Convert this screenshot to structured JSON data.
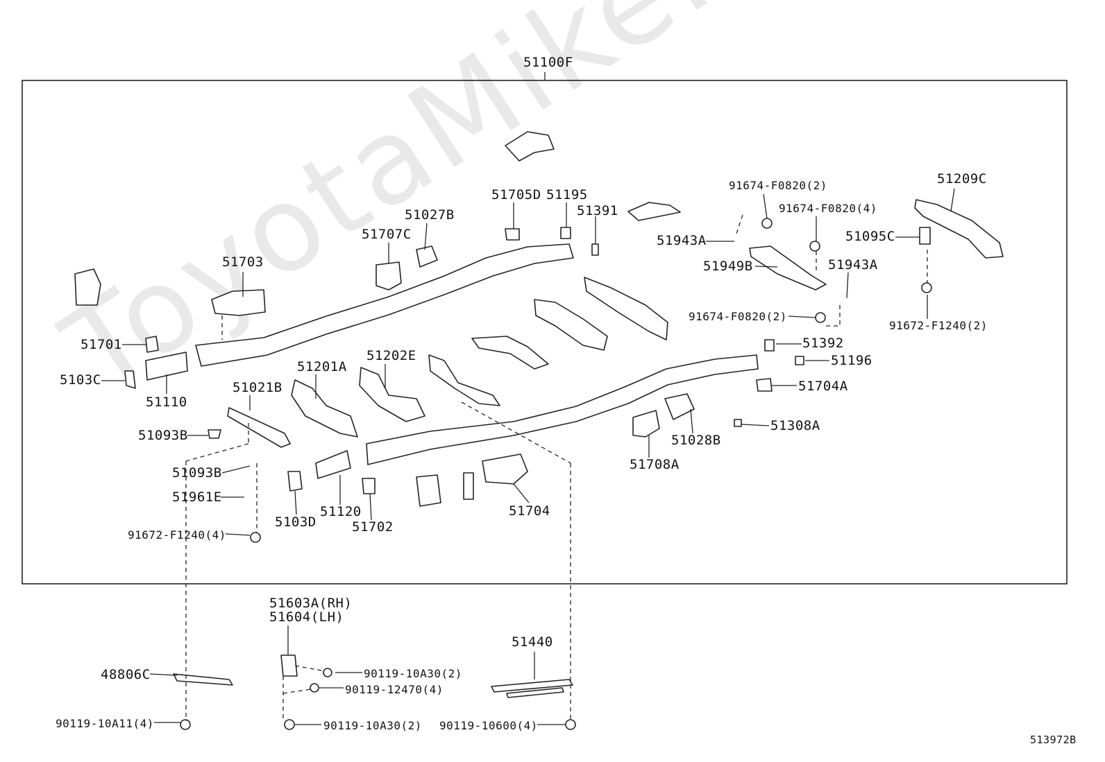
{
  "watermark": "ToyotaMike.ru",
  "diagram_code": "513972B",
  "assembly_label": "51100F",
  "labels": {
    "51703": "51703",
    "51707C": "51707C",
    "51027B": "51027B",
    "51705D": "51705D",
    "51195": "51195",
    "51391": "51391",
    "91674_F0820_2a": "91674-F0820(2)",
    "91674_F0820_4": "91674-F0820(4)",
    "51209C": "51209C",
    "51943A_a": "51943A",
    "51095C": "51095C",
    "51949B": "51949B",
    "51943A_b": "51943A",
    "91674_F0820_2b": "91674-F0820(2)",
    "91672_F1240_2": "91672-F1240(2)",
    "51701": "51701",
    "5103C": "5103C",
    "51110": "51110",
    "51201A": "51201A",
    "51202E": "51202E",
    "51021B": "51021B",
    "51093B_a": "51093B",
    "51093B_b": "51093B",
    "51961E": "51961E",
    "91672_F1240_4": "91672-F1240(4)",
    "5103D": "5103D",
    "51120": "51120",
    "51702": "51702",
    "51704": "51704",
    "51392": "51392",
    "51196": "51196",
    "51704A": "51704A",
    "51308A": "51308A",
    "51028B": "51028B",
    "51708A": "51708A",
    "51603A": "51603A(RH)",
    "51604": "51604(LH)",
    "90119_10A30_2a": "90119-10A30(2)",
    "90119_12470_4": "90119-12470(4)",
    "90119_10A30_2b": "90119-10A30(2)",
    "51440": "51440",
    "48806C": "48806C",
    "90119_10A11_4": "90119-10A11(4)",
    "90119_10600_4": "90119-10600(4)"
  }
}
